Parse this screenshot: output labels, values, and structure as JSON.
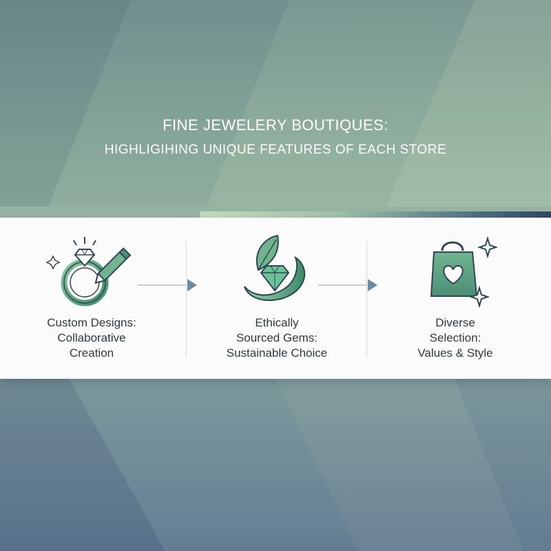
{
  "header": {
    "title": "FINE JEWELERY BOUTIQUES:",
    "subtitle": "HIGHLIGIHING UNIQUE FEATURES OF EACH STORE"
  },
  "steps": [
    {
      "icon": "ring-pencil-icon",
      "lines": [
        "Custom Designs:",
        "Collaborative",
        "Creation"
      ]
    },
    {
      "icon": "leaf-gem-icon",
      "lines": [
        "Ethically",
        "Sourced Gems:",
        "Sustainable Choice"
      ]
    },
    {
      "icon": "shopping-bag-heart-icon",
      "lines": [
        "Diverse",
        "Selection:",
        "Values & Style"
      ]
    }
  ],
  "colors": {
    "accent_green": "#4e9a7a",
    "icon_stroke": "#2e4552",
    "arrow": "#6d8aa0"
  }
}
